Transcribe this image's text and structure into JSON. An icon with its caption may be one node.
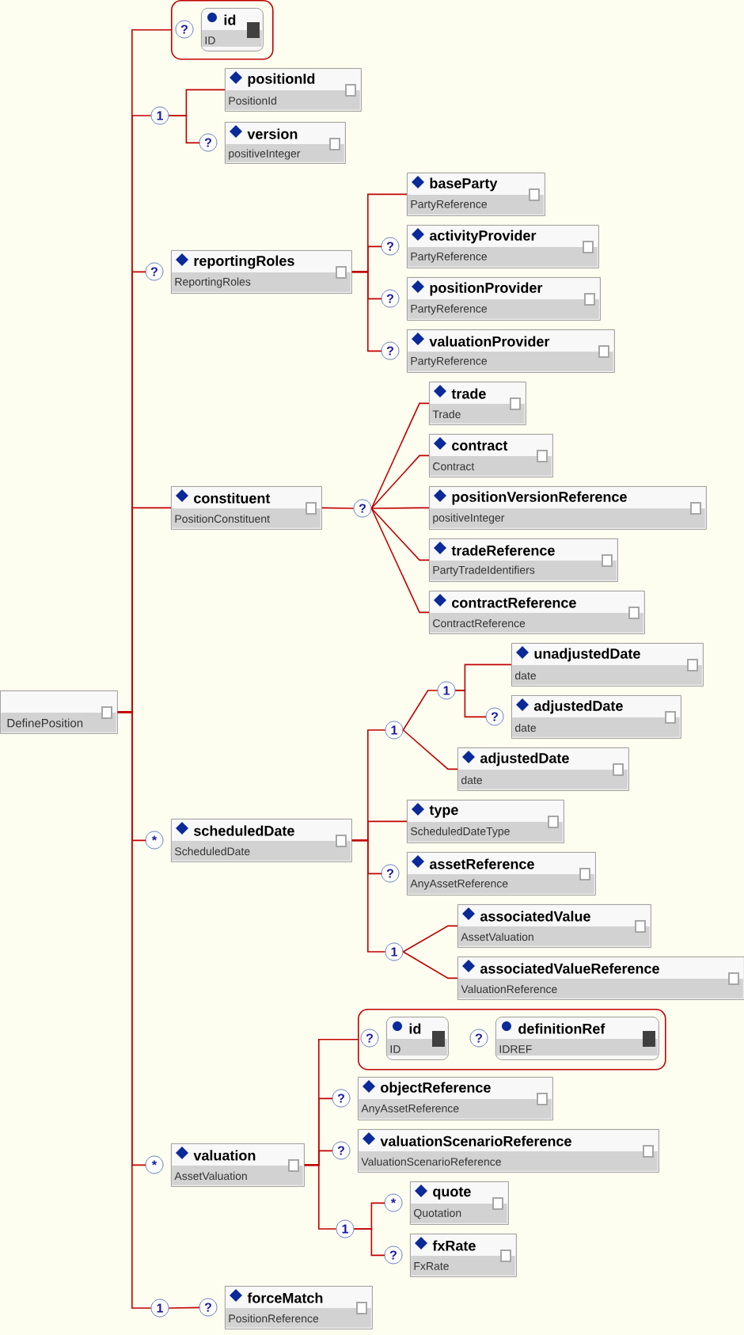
{
  "diagram": {
    "nodes": [
      {
        "text": [
          "DefinePosition"
        ]
      },
      {
        "text": [],
        "shape": "box"
      },
      {
        "text": [
          "id",
          "ID"
        ],
        "in": 1,
        "beside": [
          "?"
        ]
      },
      {
        "text": [
          "1"
        ]
      },
      {
        "text": [
          "positionId",
          "PositionId"
        ]
      },
      {
        "text": [
          "version",
          "positiveInteger"
        ],
        "beside": [
          "?"
        ]
      },
      {
        "text": [
          "reportingRoles",
          "ReportingRoles"
        ],
        "beside": [
          "?"
        ]
      },
      {
        "text": [
          "baseParty",
          "PartyReference"
        ]
      },
      {
        "text": [
          "activityProvider",
          "PartyReference"
        ],
        "beside": [
          "?"
        ]
      },
      {
        "text": [
          "positionProvider",
          "PartyReference"
        ],
        "beside": [
          "?"
        ]
      },
      {
        "text": [
          "valuationProvider",
          "PartyReference"
        ],
        "beside": [
          "?"
        ]
      },
      {
        "text": [
          "constituent",
          "PositionConstituent"
        ]
      },
      {
        "text": [
          "?"
        ]
      },
      {
        "text": [
          "trade",
          "Trade"
        ]
      },
      {
        "text": [
          "contract",
          "Contract"
        ]
      },
      {
        "text": [
          "positionVersionReference",
          "positiveInteger"
        ]
      },
      {
        "text": [
          "tradeReference",
          "PartyTradeIdentifiers"
        ]
      },
      {
        "text": [
          "contractReference",
          "ContractReference"
        ]
      },
      {
        "text": [
          "scheduledDate",
          "ScheduledDate"
        ],
        "beside": [
          "*"
        ]
      },
      {
        "text": [
          "1"
        ]
      },
      {
        "text": [
          "1"
        ]
      },
      {
        "text": [
          "unadjustedDate",
          "date"
        ]
      },
      {
        "text": [
          "adjustedDate",
          "date"
        ],
        "beside": [
          "?"
        ]
      },
      {
        "text": [
          "adjustedDate",
          "date"
        ]
      },
      {
        "text": [
          "type",
          "ScheduledDateType"
        ]
      },
      {
        "text": [
          "assetReference",
          "AnyAssetReference"
        ],
        "beside": [
          "?"
        ]
      },
      {
        "text": [
          "1"
        ]
      },
      {
        "text": [
          "associatedValue",
          "AssetValuation"
        ]
      },
      {
        "text": [
          "associatedValueReference",
          "ValuationReference"
        ]
      },
      {
        "text": [
          "valuation",
          "AssetValuation"
        ],
        "beside": [
          "*"
        ]
      },
      {
        "text": [],
        "shape": "box"
      },
      {
        "text": [
          "id",
          "ID"
        ],
        "in": 30,
        "beside": [
          "?"
        ]
      },
      {
        "text": [
          "definitionRef",
          "IDREF"
        ],
        "in": 30,
        "beside": [
          "?"
        ]
      },
      {
        "text": [
          "objectReference",
          "AnyAssetReference"
        ],
        "beside": [
          "?"
        ]
      },
      {
        "text": [
          "valuationScenarioReference",
          "ValuationScenarioReference"
        ],
        "beside": [
          "?"
        ]
      },
      {
        "text": [
          "1"
        ]
      },
      {
        "text": [
          "quote",
          "Quotation"
        ],
        "beside": [
          "*"
        ]
      },
      {
        "text": [
          "fxRate",
          "FxRate"
        ],
        "beside": [
          "?"
        ]
      },
      {
        "text": [
          "1"
        ]
      },
      {
        "text": [
          "forceMatch",
          "PositionReference"
        ],
        "beside": [
          "?"
        ]
      }
    ],
    "edges": [
      {
        "from": 0,
        "to": 1,
        "arrow": "none"
      },
      {
        "from": 0,
        "to": 3,
        "arrow": "none"
      },
      {
        "from": 3,
        "to": 4,
        "arrow": "none"
      },
      {
        "from": 3,
        "to": 5,
        "arrow": "none"
      },
      {
        "from": 0,
        "to": 6,
        "arrow": "none"
      },
      {
        "from": 6,
        "to": 7,
        "arrow": "none"
      },
      {
        "from": 6,
        "to": 8,
        "arrow": "none"
      },
      {
        "from": 6,
        "to": 9,
        "arrow": "none"
      },
      {
        "from": 6,
        "to": 10,
        "arrow": "none"
      },
      {
        "from": 0,
        "to": 11,
        "arrow": "none"
      },
      {
        "from": 11,
        "to": 12,
        "arrow": "none"
      },
      {
        "from": 12,
        "to": 13,
        "arrow": "none"
      },
      {
        "from": 12,
        "to": 14,
        "arrow": "none"
      },
      {
        "from": 12,
        "to": 15,
        "arrow": "none"
      },
      {
        "from": 12,
        "to": 16,
        "arrow": "none"
      },
      {
        "from": 12,
        "to": 17,
        "arrow": "none"
      },
      {
        "from": 0,
        "to": 18,
        "arrow": "none"
      },
      {
        "from": 18,
        "to": 19,
        "arrow": "none"
      },
      {
        "from": 19,
        "to": 20,
        "arrow": "none"
      },
      {
        "from": 20,
        "to": 21,
        "arrow": "none"
      },
      {
        "from": 20,
        "to": 22,
        "arrow": "none"
      },
      {
        "from": 19,
        "to": 23,
        "arrow": "none"
      },
      {
        "from": 18,
        "to": 24,
        "arrow": "none"
      },
      {
        "from": 18,
        "to": 25,
        "arrow": "none"
      },
      {
        "from": 18,
        "to": 26,
        "arrow": "none"
      },
      {
        "from": 26,
        "to": 27,
        "arrow": "none"
      },
      {
        "from": 26,
        "to": 28,
        "arrow": "none"
      },
      {
        "from": 0,
        "to": 29,
        "arrow": "none"
      },
      {
        "from": 29,
        "to": 30,
        "arrow": "none"
      },
      {
        "from": 29,
        "to": 33,
        "arrow": "none"
      },
      {
        "from": 29,
        "to": 34,
        "arrow": "none"
      },
      {
        "from": 29,
        "to": 35,
        "arrow": "none"
      },
      {
        "from": 35,
        "to": 36,
        "arrow": "none"
      },
      {
        "from": 35,
        "to": 37,
        "arrow": "none"
      },
      {
        "from": 0,
        "to": 38,
        "arrow": "none"
      },
      {
        "from": 38,
        "to": 39,
        "arrow": "none"
      }
    ]
  }
}
